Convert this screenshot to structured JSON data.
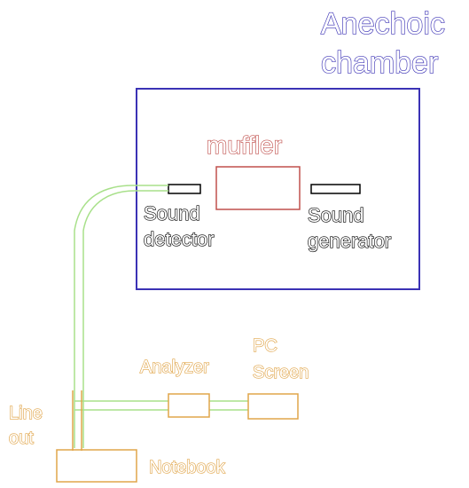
{
  "diagram": {
    "chamber_title": [
      "Anechoic",
      "chamber"
    ],
    "muffler_label": "muffler",
    "detector_label": [
      "Sound",
      "detector"
    ],
    "generator_label": [
      "Sound",
      "generator"
    ],
    "analyzer_label": "Analyzer",
    "pc_label": [
      "PC",
      "Screen"
    ],
    "lineout_label": [
      "Line",
      "out"
    ],
    "notebook_label": "Notebook"
  },
  "colors": {
    "chamber": "#3b32b5",
    "muffler": "#c0504d",
    "devices": "#e0a54a",
    "cable": "#a8e08a",
    "sensor": "#000000"
  }
}
